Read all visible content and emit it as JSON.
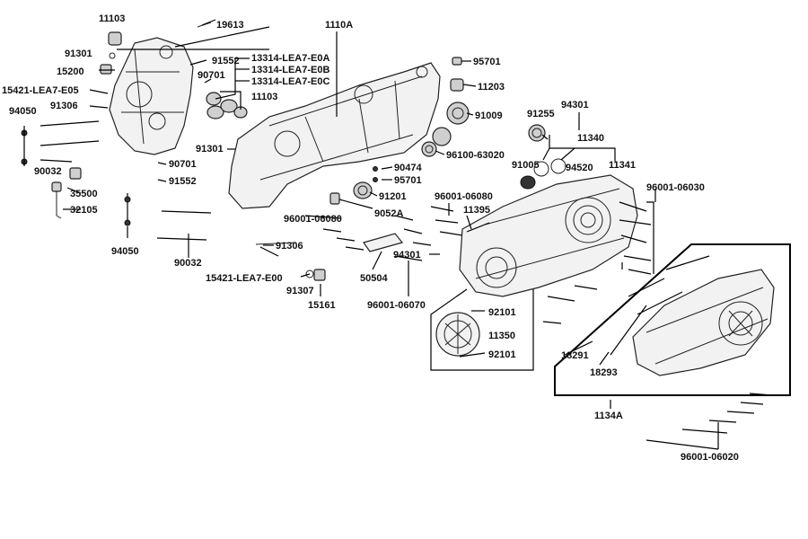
{
  "labels": {
    "p11103a": "11103",
    "p19613": "19613",
    "p1110a": "1110A",
    "p91301a": "91301",
    "p91552a": "91552",
    "p15200": "15200",
    "p90701a": "90701",
    "p13314a": "13314-LEA7-E0A",
    "p13314b": "13314-LEA7-E0B",
    "p13314c": "13314-LEA7-E0C",
    "p15421e05": "15421-LEA7-E05",
    "p11103b": "11103",
    "p91306a": "91306",
    "p94050a": "94050",
    "p91301b": "91301",
    "p90701b": "90701",
    "p90032a": "90032",
    "p91552b": "91552",
    "p35500": "35500",
    "p32105": "32105",
    "p94050b": "94050",
    "p90032b": "90032",
    "p95701a": "95701",
    "p11203": "11203",
    "p91009": "91009",
    "p96100": "96100-63020",
    "p90474": "90474",
    "p95701b": "95701",
    "p91201": "91201",
    "p9052a": "9052A",
    "p96001_06080a": "96001-06080",
    "p96001_06080b": "96001-06080",
    "p91306b": "91306",
    "p15421e00": "15421-LEA7-E00",
    "p91307": "91307",
    "p15161": "15161",
    "p50504": "50504",
    "p94301a": "94301",
    "p96001_06070": "96001-06070",
    "p11395": "11395",
    "p91255": "91255",
    "p94301b": "94301",
    "p11340": "11340",
    "p91005": "91005",
    "p94520": "94520",
    "p11341": "11341",
    "p96001_06030": "96001-06030",
    "p92101a": "92101",
    "p11350": "11350",
    "p92101b": "92101",
    "p18291": "18291",
    "p18293": "18293",
    "p1134a": "1134A",
    "p96001_06020": "96001-06020"
  }
}
